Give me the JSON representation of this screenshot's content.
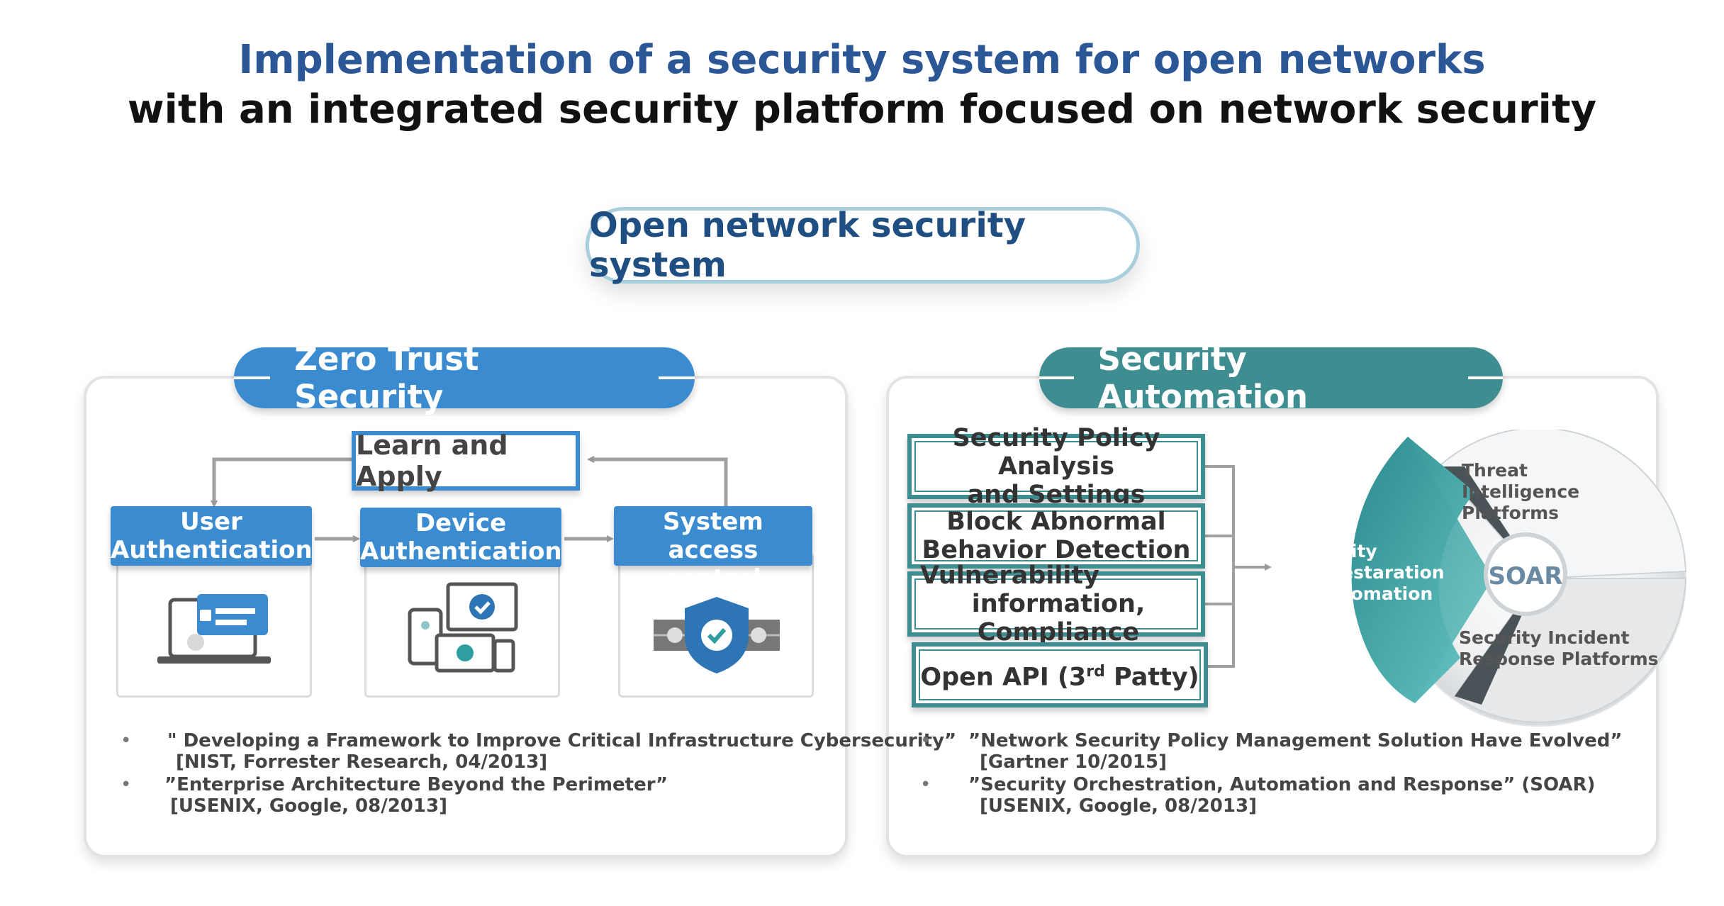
{
  "title": {
    "line1": "Implementation of a security system for open networks",
    "line2": "with an integrated security platform focused on network security"
  },
  "center": {
    "label": "Open network security system"
  },
  "left_panel": {
    "header": "Zero Trust Security",
    "learn_apply": "Learn and Apply",
    "steps": [
      {
        "line1": "User",
        "line2": "Authentication"
      },
      {
        "line1": "Device",
        "line2": "Authentication"
      },
      {
        "line1": "System access",
        "line2": "control"
      }
    ],
    "references": [
      {
        "bullet": "•",
        "title": "\" Developing a Framework to Improve Critical Infrastructure Cybersecurity”",
        "source": "[NIST, Forrester Research, 04/2013]"
      },
      {
        "bullet": "•",
        "title": "”Enterprise Architecture Beyond the Perimeter”",
        "source": "[USENIX, Google, 08/2013]"
      }
    ]
  },
  "right_panel": {
    "header": "Security Automation",
    "boxes": [
      {
        "line1": "Security Policy Analysis",
        "line2": "and Settings"
      },
      {
        "line1": "Block Abnormal",
        "line2": "Behavior Detection"
      },
      {
        "line1": "Vulnerability",
        "line2": "information, Compliance"
      },
      {
        "pre": "Open API (3",
        "sup": "rd",
        "post": " Patty)"
      }
    ],
    "soar": {
      "center": "SOAR",
      "orchestration": [
        "Security",
        "Orchestaration",
        "& Automation"
      ],
      "threat": [
        "Threat",
        "Intelligence",
        "Platforms"
      ],
      "incident": [
        "Security Incident",
        "Response Platforms"
      ]
    },
    "references": [
      {
        "bullet": "•",
        "title": "”Network Security Policy Management Solution Have Evolved”",
        "source": "[Gartner 10/2015]"
      },
      {
        "bullet": "•",
        "title": "”Security Orchestration, Automation and Response” (SOAR)",
        "source": "[USENIX, Google, 08/2013]"
      }
    ]
  },
  "colors": {
    "blue": "#3a8bd0",
    "navy": "#2b5797",
    "teal": "#3e8e91"
  }
}
